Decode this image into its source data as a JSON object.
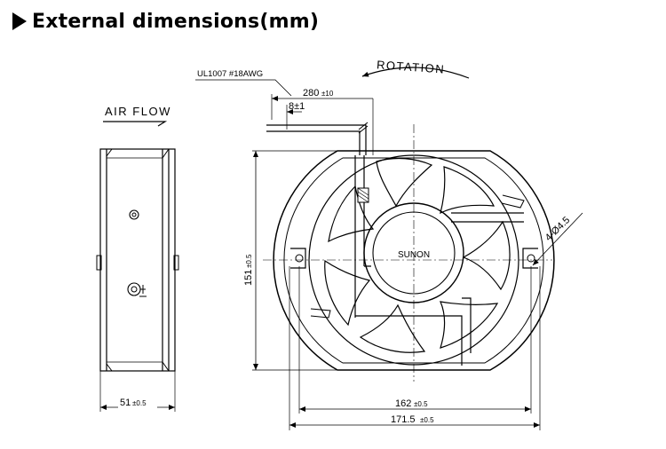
{
  "page": {
    "title": "External dimensions(mm)"
  },
  "labels": {
    "air_flow": "AIR FLOW",
    "rotation": "ROTATION",
    "wire_spec": "UL1007  #18AWG",
    "lead_length": "280",
    "lead_length_tol": "±10",
    "strip_length": "8±1",
    "brand": "SUNON",
    "height": "151",
    "height_tol": "±0.5",
    "width_depth": "51",
    "width_depth_tol": "±0.5",
    "hole_pitch": "162",
    "hole_pitch_tol": "±0.5",
    "overall_width": "171.5",
    "overall_width_tol": "±0.5",
    "mount_holes": "4-Ø4.5"
  }
}
